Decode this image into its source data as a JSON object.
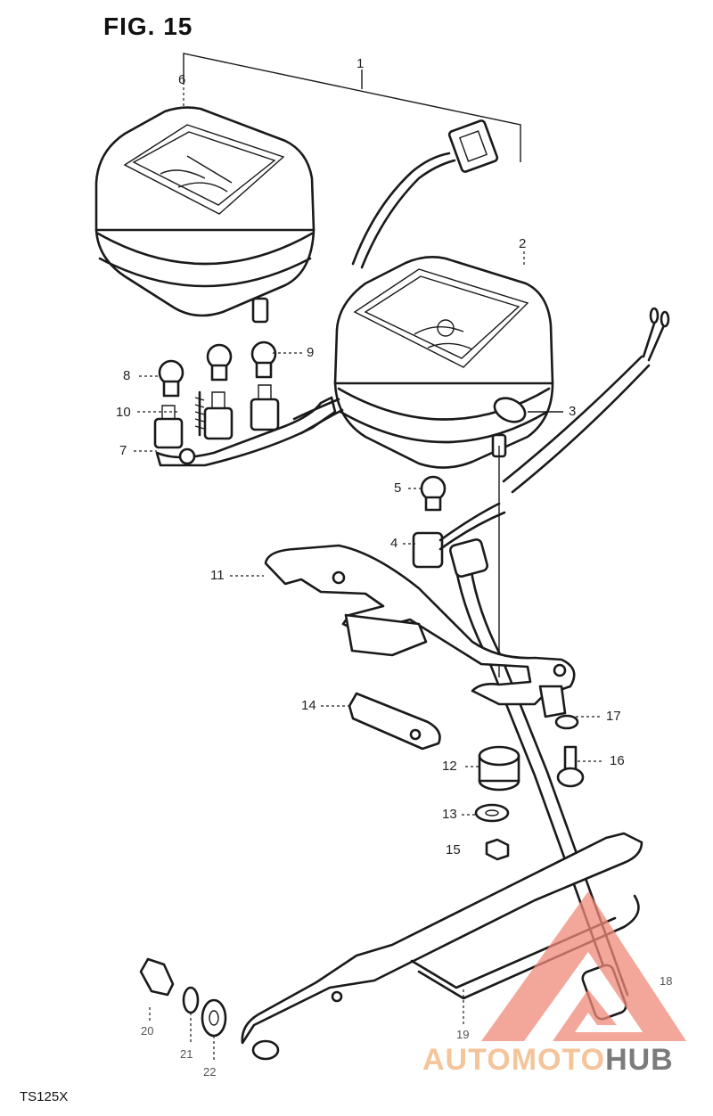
{
  "figure": {
    "title": "FIG. 15",
    "model_code": "TS125X"
  },
  "callouts": {
    "c1": "1",
    "c2": "2",
    "c3": "3",
    "c4": "4",
    "c5": "5",
    "c6": "6",
    "c7": "7",
    "c8": "8",
    "c9": "9",
    "c10": "10",
    "c11": "11",
    "c12": "12",
    "c13": "13",
    "c14": "14",
    "c15": "15",
    "c16": "16",
    "c17": "17",
    "c18": "18",
    "c19": "19",
    "c20": "20",
    "c21": "21",
    "c22": "22"
  },
  "watermark": {
    "brand_part1": "AUTOMOTO",
    "brand_part2": "HUB",
    "color_accent": "#f08a7a",
    "color_brand1": "#f4c49a",
    "color_brand2": "#7b7b7b"
  }
}
